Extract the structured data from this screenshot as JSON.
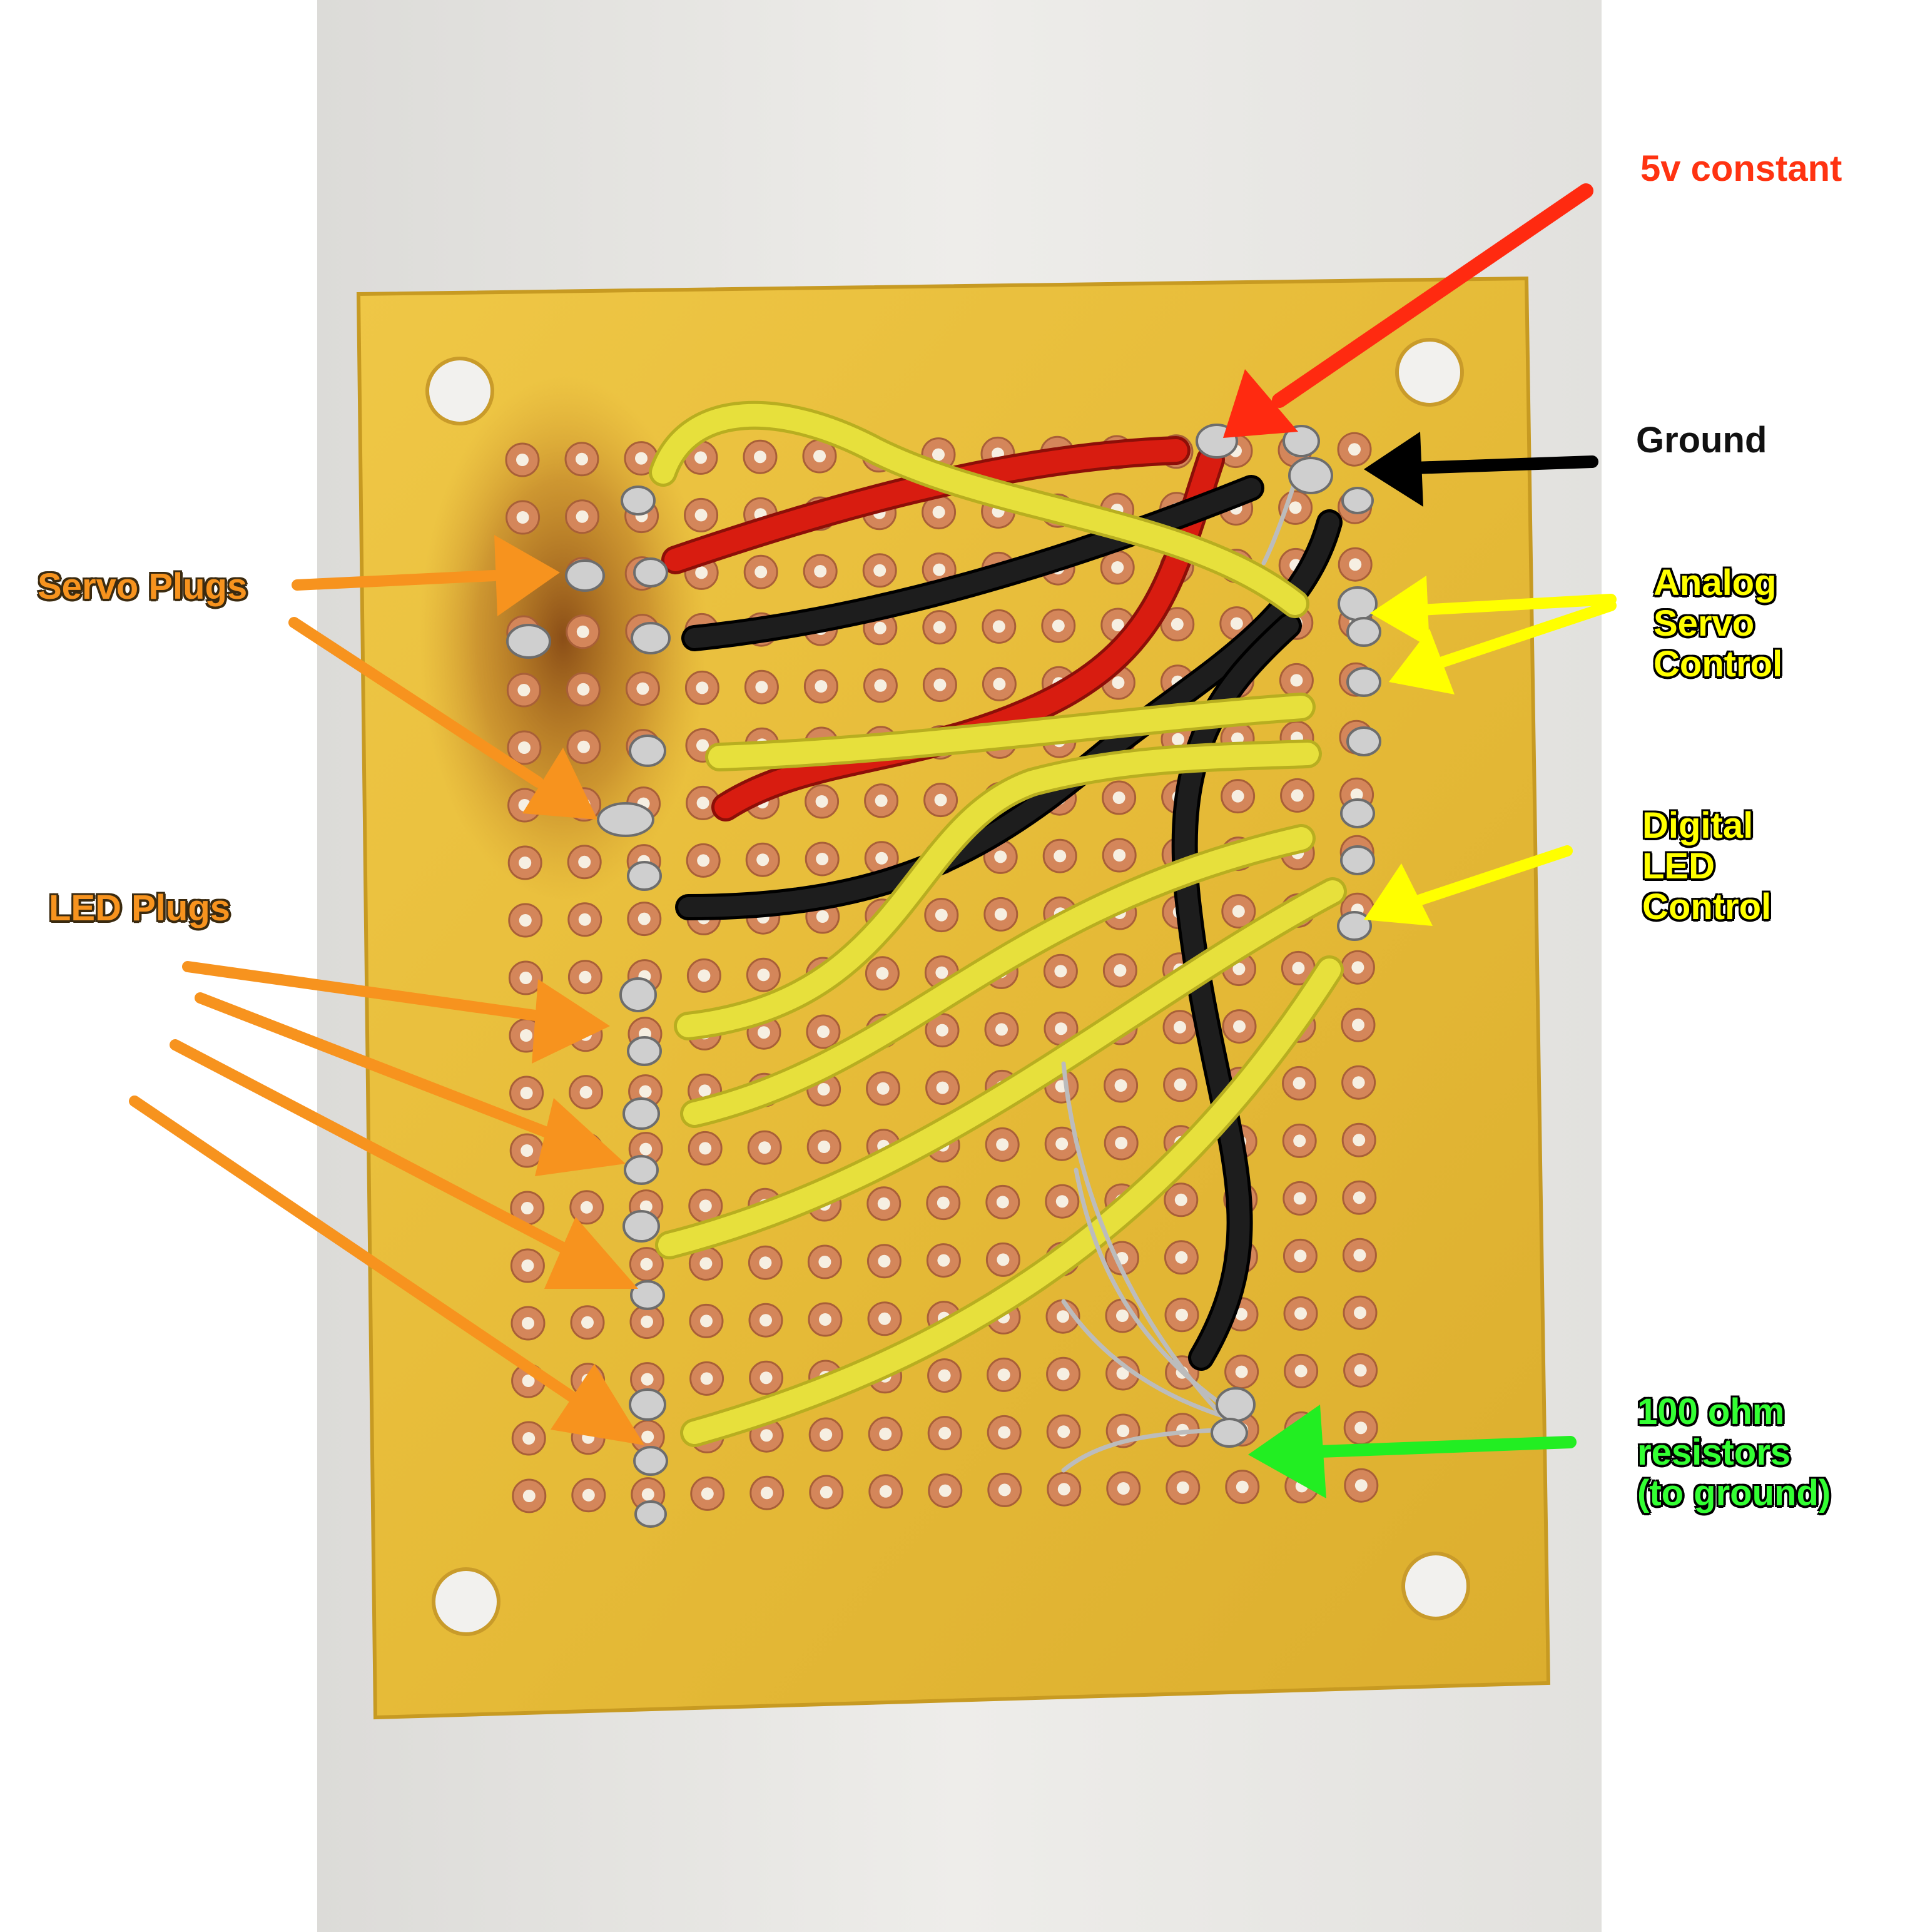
{
  "labels": {
    "five_volt": "5v constant",
    "ground": "Ground",
    "servo_plugs": "Servo Plugs",
    "analog_servo": "Analog\nServo\nControl",
    "digital_led": "Digital\nLED\nControl",
    "led_plugs": "LED Plugs",
    "resistors": "100 ohm\nresistors\n(to ground)"
  },
  "colors": {
    "board": "#e8c040",
    "backdrop": "#e9e8e5",
    "copper_pad": "#d4865a",
    "wire_yellow": "#e7e03c",
    "wire_red": "#d81c10",
    "wire_black": "#111111",
    "solder": "#c9c9c9",
    "arrow_orange": "#f7931e",
    "arrow_yellow": "#ffff00",
    "arrow_red": "#ff2a10",
    "arrow_black": "#000000",
    "arrow_green": "#22ee22"
  },
  "photo": {
    "subject": "perfboard-with-wiring"
  }
}
